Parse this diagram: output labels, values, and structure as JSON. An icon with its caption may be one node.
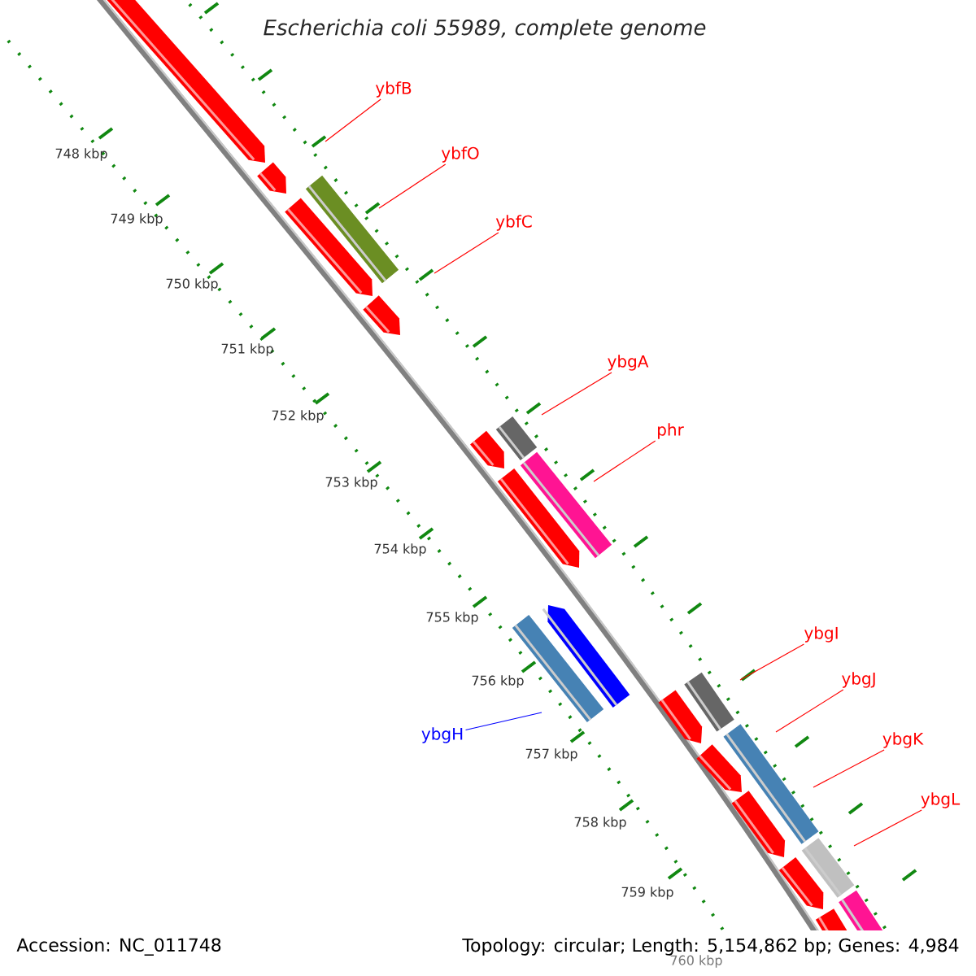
{
  "diagram": {
    "title": "Escherichia coli 55989, complete genome",
    "nodes": [
      {
        "text": [
          "ybfB"
        ]
      },
      {
        "text": [
          "ybfO"
        ]
      },
      {
        "text": [
          "ybfC"
        ]
      },
      {
        "text": [
          "ybgA"
        ]
      },
      {
        "text": [
          "phr"
        ]
      },
      {
        "text": [
          "ybgI"
        ]
      },
      {
        "text": [
          "ybgJ"
        ]
      },
      {
        "text": [
          "ybgK"
        ]
      },
      {
        "text": [
          "ybgL"
        ]
      },
      {
        "text": [
          "ybgH"
        ]
      }
    ],
    "edges": [
      {
        "from": 0,
        "to": null,
        "arrow": "none"
      },
      {
        "from": 1,
        "to": null,
        "arrow": "none"
      },
      {
        "from": 2,
        "to": null,
        "arrow": "none"
      },
      {
        "from": 3,
        "to": null,
        "arrow": "none"
      },
      {
        "from": 4,
        "to": null,
        "arrow": "none"
      },
      {
        "from": 5,
        "to": null,
        "arrow": "none"
      },
      {
        "from": 6,
        "to": null,
        "arrow": "none"
      },
      {
        "from": 7,
        "to": null,
        "arrow": "none"
      },
      {
        "from": 8,
        "to": null,
        "arrow": "none"
      },
      {
        "from": 9,
        "to": null,
        "arrow": "none",
        "color": "#0000ff"
      }
    ],
    "labels": [
      "748 kbp",
      "749 kbp",
      "750 kbp",
      "751 kbp",
      "752 kbp",
      "753 kbp",
      "754 kbp",
      "755 kbp",
      "756 kbp",
      "757 kbp",
      "758 kbp",
      "759 kbp",
      "760 kbp",
      "Accession: NC_011748",
      "Topology: circular; Length: 5,154,862 bp; Genes: 4,984"
    ]
  }
}
